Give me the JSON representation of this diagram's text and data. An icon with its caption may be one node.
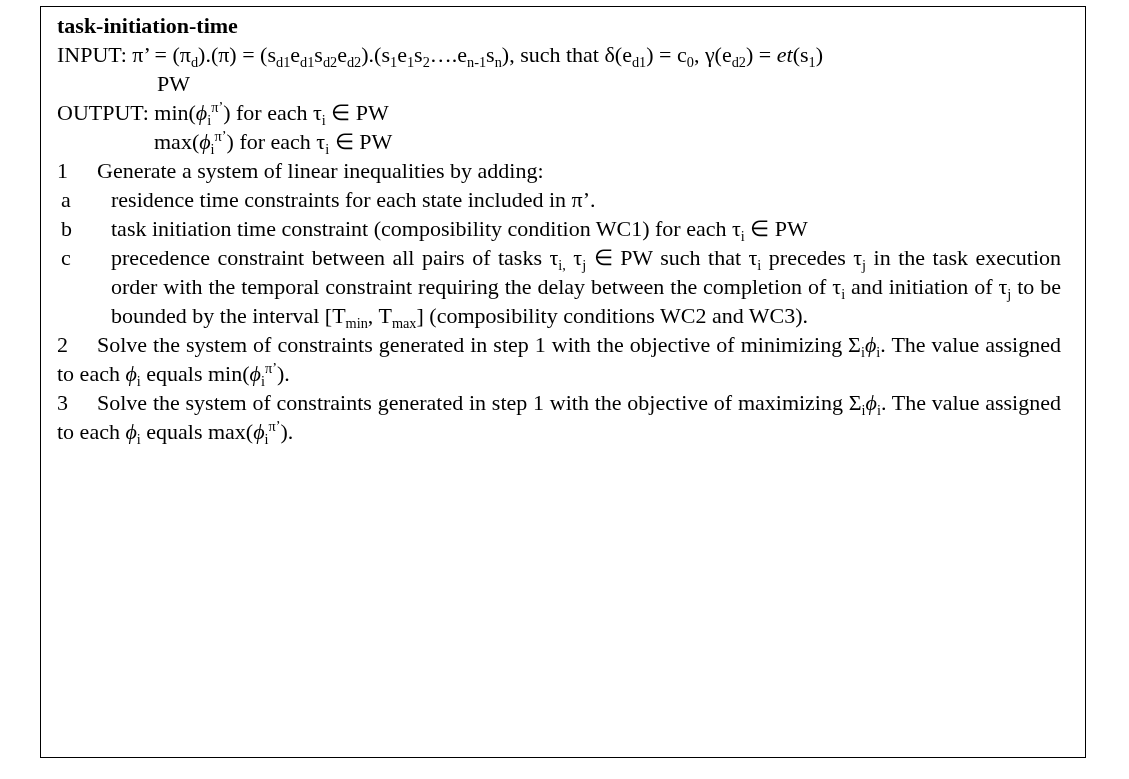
{
  "diagram": {
    "nodes": [
      {
        "text": [
          "task-initiation-time",
          "INPUT: π’ = (π$_{d}$).(π) = (s$_{d1}$e$_{d1}$s$_{d2}$e$_{d2}$).(s$_{1}$e$_{1}$s$_{2}$….e$_{n-1}$s$_{n}$), such that δ(e$_{d1}$) = c$_{0}$, γ(e$_{d2}$) = *et*(s$_{1}$)",
          "PW",
          "OUTPUT: min(*ϕ*$_{i}$$^{π’}$) for each τ$_{i}$ ∈ PW",
          "max(*ϕ*$_{i}$$^{π’}$) for each τ$_{i}$ ∈ PW",
          "1",
          "Generate a system of linear inequalities by adding:",
          "a",
          "residence time constraints for each state included in π’.",
          "b",
          "task initiation time constraint (composibility condition WC1) for each τ$_{i}$ ∈ PW",
          "c",
          "precedence constraint between all pairs of tasks τ$_{i,}$ τ$_{j}$ ∈ PW such that τ$_{i}$ precedes τ$_{j}$ in the task execution order with the temporal constraint requiring the delay between the completion of τ$_{i}$ and initiation of τ$_{j}$ to be bounded by the interval [T$_{min}$, T$_{max}$] (composibility conditions WC2 and WC3).",
          "2",
          "Solve the system of constraints generated in step 1 with the objective of minimizing Σ$_{i}$*ϕ*$_{i}$. The value assigned to each *ϕ*$_{i}$ equals min(*ϕ*$_{i}$$^{π’}$).",
          "3",
          "Solve the system of constraints generated in step 1 with the objective of maximizing Σ$_{i}$*ϕ*$_{i}$. The value assigned to each *ϕ*$_{i}$ equals max(*ϕ*$_{i}$$^{π’}$)."
        ]
      }
    ]
  }
}
